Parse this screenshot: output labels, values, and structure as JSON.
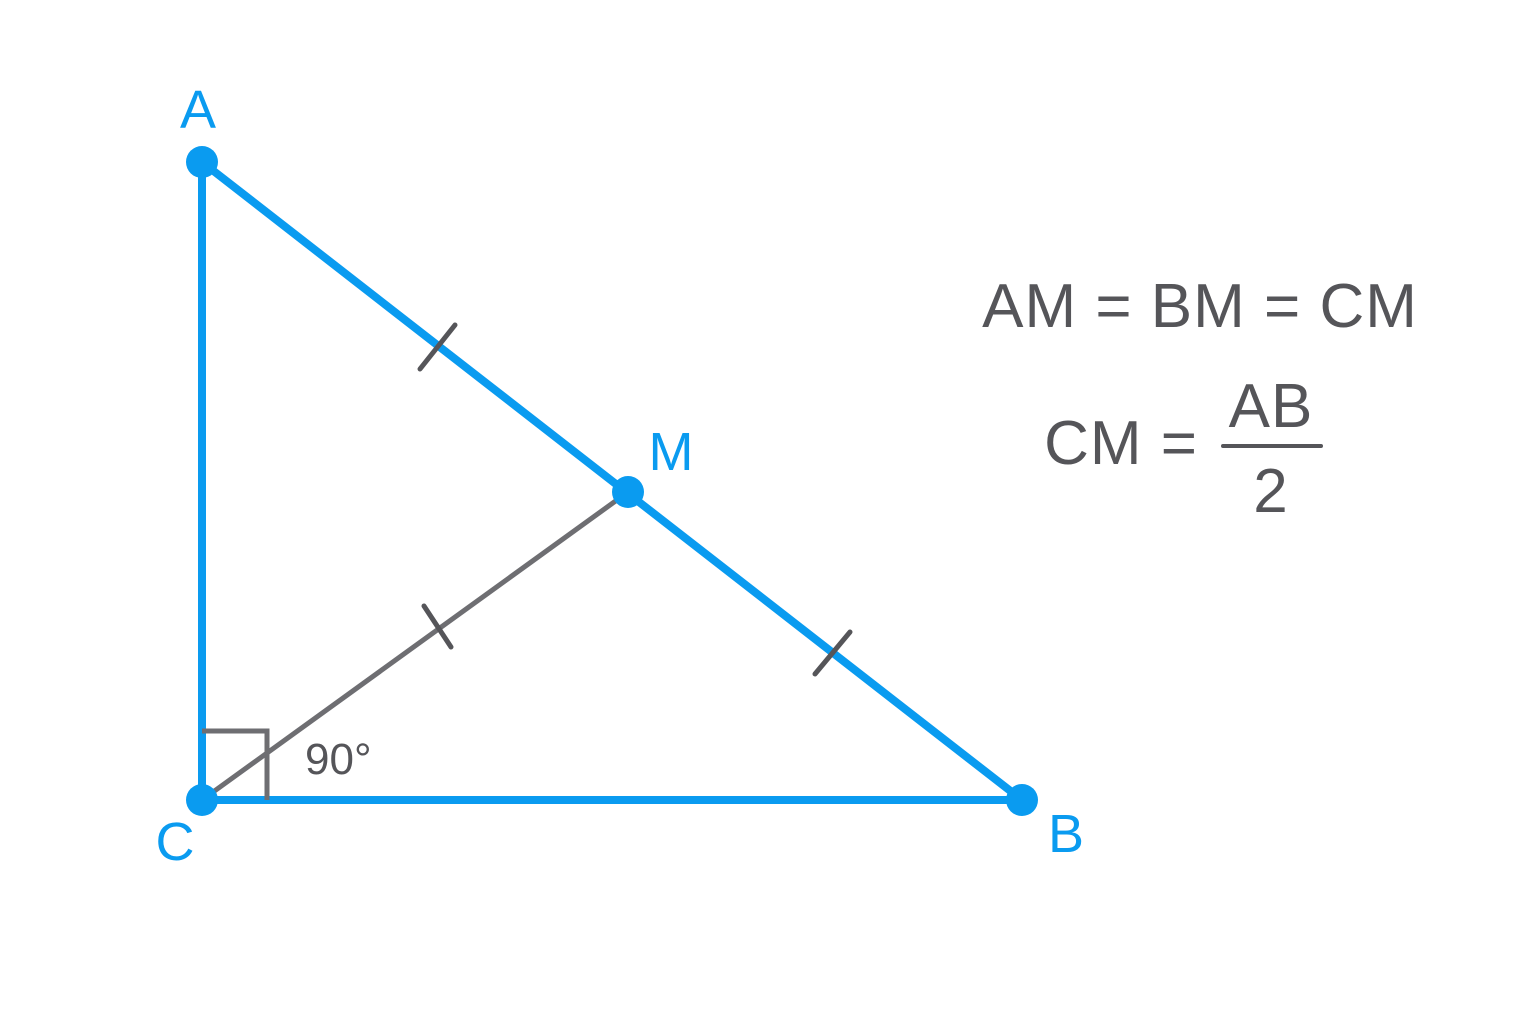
{
  "colors": {
    "accent": "#0A9BF0",
    "ink": "#555559",
    "construction": "#6E6E72",
    "background": "#FFFFFF"
  },
  "points": {
    "A": {
      "label": "A"
    },
    "B": {
      "label": "B"
    },
    "C": {
      "label": "C"
    },
    "M": {
      "label": "M"
    }
  },
  "angle": {
    "label": "90°"
  },
  "formulas": {
    "equality": "AM = BM = CM",
    "cm_lhs": "CM =",
    "cm_numerator": "AB",
    "cm_denominator": "2"
  }
}
